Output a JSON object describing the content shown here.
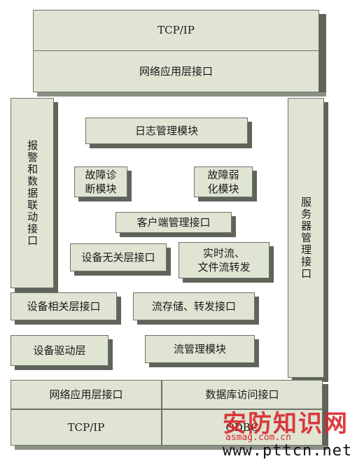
{
  "diagram": {
    "top": {
      "tcpip": "TCP/IP",
      "network_app": "网络应用层接口"
    },
    "left_vertical": "报警和数据联动接口",
    "right_vertical": "服务器管理接口",
    "center": {
      "log_module": "日志管理模块",
      "fault_diagnosis": "故障诊\n断模块",
      "fault_weaken": "故障弱\n化模块",
      "client_interface": "客户端管理接口",
      "device_independent": "设备无关层接口",
      "realtime_stream": "实时流、\n文件流转发",
      "stream_storage": "流存储、转发接口",
      "stream_module": "流管理模块"
    },
    "left": {
      "device_dependent": "设备相关层接口",
      "device_driver": "设备驱动层"
    },
    "bottom": {
      "network_app": "网络应用层接口",
      "database": "数据库访问接口",
      "tcpip": "TCP/IP",
      "odbc": "ODBC"
    }
  },
  "watermark": {
    "brand": "安防知识网",
    "url1": "asmag.com.cn",
    "url2": "www.pttcn.net"
  }
}
